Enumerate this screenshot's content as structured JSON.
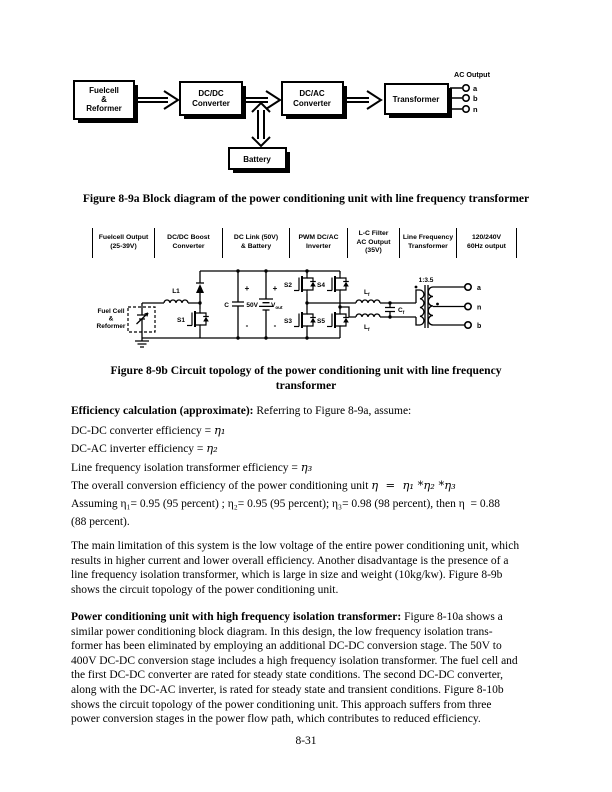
{
  "figure_9a": {
    "caption": "Figure 8-9a Block diagram of the power conditioning unit with line frequency transformer",
    "blocks": {
      "fuelcell": [
        "Fuelcell",
        "&",
        "Reformer"
      ],
      "dcdc": [
        "DC/DC",
        "Converter"
      ],
      "dcac": [
        "DC/AC",
        "Converter"
      ],
      "transformer": "Transformer",
      "battery": "Battery"
    },
    "ac_output": {
      "label": "AC Output",
      "terminals": [
        "a",
        "b",
        "n"
      ]
    }
  },
  "figure_9b": {
    "caption": "Figure 8-9b Circuit topology of the power conditioning unit with line frequency\ntransformer",
    "stages": [
      "Fuelcell Output\n(25-39V)",
      "DC/DC Boost\nConverter",
      "DC Link (50V)\n& Battery",
      "PWM DC/AC\nInverter",
      "L-C Filter\nAC Output\n(35V)",
      "Line Frequency\nTransformer",
      "120/240V\n60Hz output"
    ],
    "labels": {
      "fuel": [
        "Fuel Cell",
        "&",
        "Reformer"
      ],
      "l1": "L1",
      "s1": "S1",
      "c": "C",
      "v50": "50V",
      "vout_main": "V",
      "vout_sub": "out",
      "s2": "S2",
      "s3": "S3",
      "s4": "S4",
      "s5": "S5",
      "lf_main": "L",
      "lf_sub": "f",
      "cf_main": "C",
      "cf_sub": "f",
      "ratio": "1:3.5",
      "plus": "+",
      "minus": "-",
      "out_a": "a",
      "out_n": "n",
      "out_b": "b"
    }
  },
  "efficiency": {
    "heading_bold": "Efficiency calculation (approximate):",
    "heading_rest": " Referring to Figure 8-9a, assume:",
    "lines": [
      {
        "pre": "DC-DC converter efficiency = ",
        "eta": "η₁"
      },
      {
        "pre": "DC-AC inverter efficiency = ",
        "eta": "η₂"
      },
      {
        "pre": "Line frequency isolation transformer efficiency = ",
        "eta": "η₃"
      },
      {
        "pre": "The overall conversion efficiency of the power conditioning unit ",
        "eta": "η  =  η₁ *η₂ *η₃"
      }
    ],
    "assuming_line1": "Assuming η₁= 0.95 (95 percent) ; η₂= 0.95 (95 percent); η₃= 0.98 (98 percent), then η  = 0.88",
    "assuming_line2": "(88 percent)."
  },
  "paragraphs": {
    "para1": "The main limitation of this system is the low voltage of the entire power conditioning unit, which\nresults in higher current and lower overall efficiency. Another disadvantage is the presence of a\nline frequency isolation transformer, which is large in size and weight (10kg/kw). Figure 8-9b\nshows the circuit topology of the power conditioning unit.",
    "para2_bold": "Power conditioning unit with high frequency isolation transformer:",
    "para2_rest": " Figure 8-10a shows a\nsimilar power conditioning block diagram. In this design, the low frequency isolation trans-\nformer has been eliminated by employing an additional DC-DC conversion stage. The 50V to\n400V DC-DC conversion stage includes a high frequency isolation transformer. The fuel cell and\nthe first DC-DC converter are rated for steady state conditions. The second DC-DC converter,\nalong with the DC-AC inverter, is rated for steady state and transient conditions. Figure 8-10b\nshows the circuit topology of the power conditioning unit. This approach suffers from three\npower conversion stages in the power flow path, which contributes to reduced efficiency."
  },
  "page": {
    "number": "8-31"
  }
}
